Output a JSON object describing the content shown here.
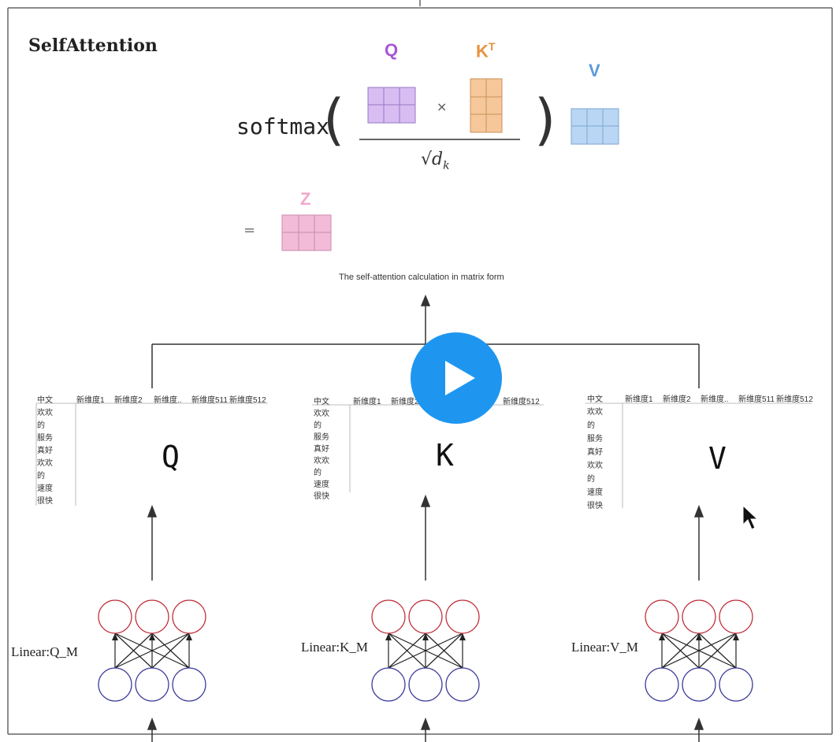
{
  "diagram": {
    "title": "SelfAttention",
    "formula": {
      "softmax_label": "softmax(",
      "close_paren": ")",
      "q_label": "Q",
      "k_label": "K",
      "k_superscript": "T",
      "v_label": "V",
      "z_label": "Z",
      "times": "×",
      "equals": "=",
      "denominator": "√d",
      "denominator_sub": "k"
    },
    "caption": "The self-attention calculation in matrix form",
    "colors": {
      "q_fill": "#d7bdf2",
      "q_label": "#a855d6",
      "k_fill": "#f5c79a",
      "k_label": "#e8923e",
      "v_fill": "#b9d6f5",
      "v_label": "#5a9bd8",
      "z_fill": "#f2bcd8",
      "z_label": "#f0a8cc",
      "input_node": "#3a3a9a",
      "output_node": "#c0303a",
      "play_button": "#1e96f0"
    },
    "branches": [
      {
        "letter": "Q",
        "linear_label": "Linear:Q_M",
        "table_headers": [
          "中文",
          "新维度1",
          "新维度2",
          "新维度..",
          "新维度511",
          "新维度512"
        ],
        "table_rows": [
          "欢欢",
          "的",
          "服务",
          "真好",
          "欢欢",
          "的",
          "速度",
          "很快"
        ]
      },
      {
        "letter": "K",
        "linear_label": "Linear:K_M",
        "table_headers": [
          "中文",
          "新维度1",
          "新维度2",
          "新维度512"
        ],
        "table_rows": [
          "欢欢",
          "的",
          "服务",
          "真好",
          "欢欢",
          "的",
          "速度",
          "很快"
        ]
      },
      {
        "letter": "V",
        "linear_label": "Linear:V_M",
        "table_headers": [
          "中文",
          "新维度1",
          "新维度2",
          "新维度..",
          "新维度511",
          "新维度512"
        ],
        "table_rows": [
          "欢欢",
          "的",
          "服务",
          "真好",
          "欢欢",
          "的",
          "速度",
          "很快"
        ]
      }
    ]
  },
  "player": {
    "play_icon": "play-icon",
    "cursor_icon": "mouse-pointer-icon"
  }
}
